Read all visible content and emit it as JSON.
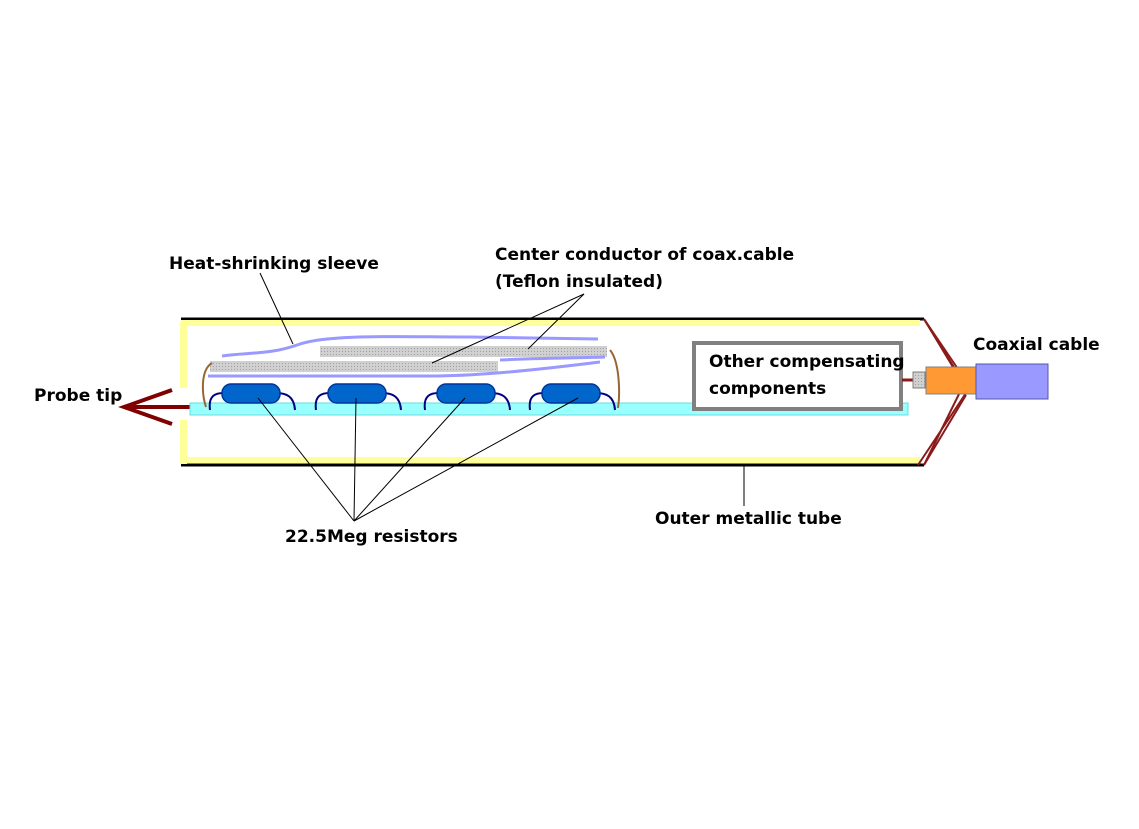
{
  "labels": {
    "probe_tip": "Probe tip",
    "heat_shrinking_sleeve": "Heat-shrinking sleeve",
    "center_conductor_line1": "Center conductor of coax.cable",
    "center_conductor_line2": "(Teflon insulated)",
    "other_components_line1": "Other compensating",
    "other_components_line2": "components",
    "coaxial_cable": "Coaxial cable",
    "resistors": "22.5Meg resistors",
    "outer_tube": "Outer metallic tube"
  },
  "colors": {
    "tube_wall": "#000000",
    "tube_lining": "#ffff99",
    "probe_tip": "#800000",
    "sleeve": "#9999ff",
    "conductor": "#c0c0c0",
    "resistor": "#0066cc",
    "resistor_outline": "#003399",
    "lead_wire": "#000080",
    "board": "#99ffff",
    "compensation_box": "#808080",
    "cable_connector": "#ff9933",
    "coax_cable": "#9999ff",
    "ground_wire": "#8b1a1a",
    "end_lead": "#996633"
  },
  "icons": {
    "resistor": "resistor-icon",
    "probe_tip": "arrow-left-icon"
  },
  "resistor_count": 4
}
